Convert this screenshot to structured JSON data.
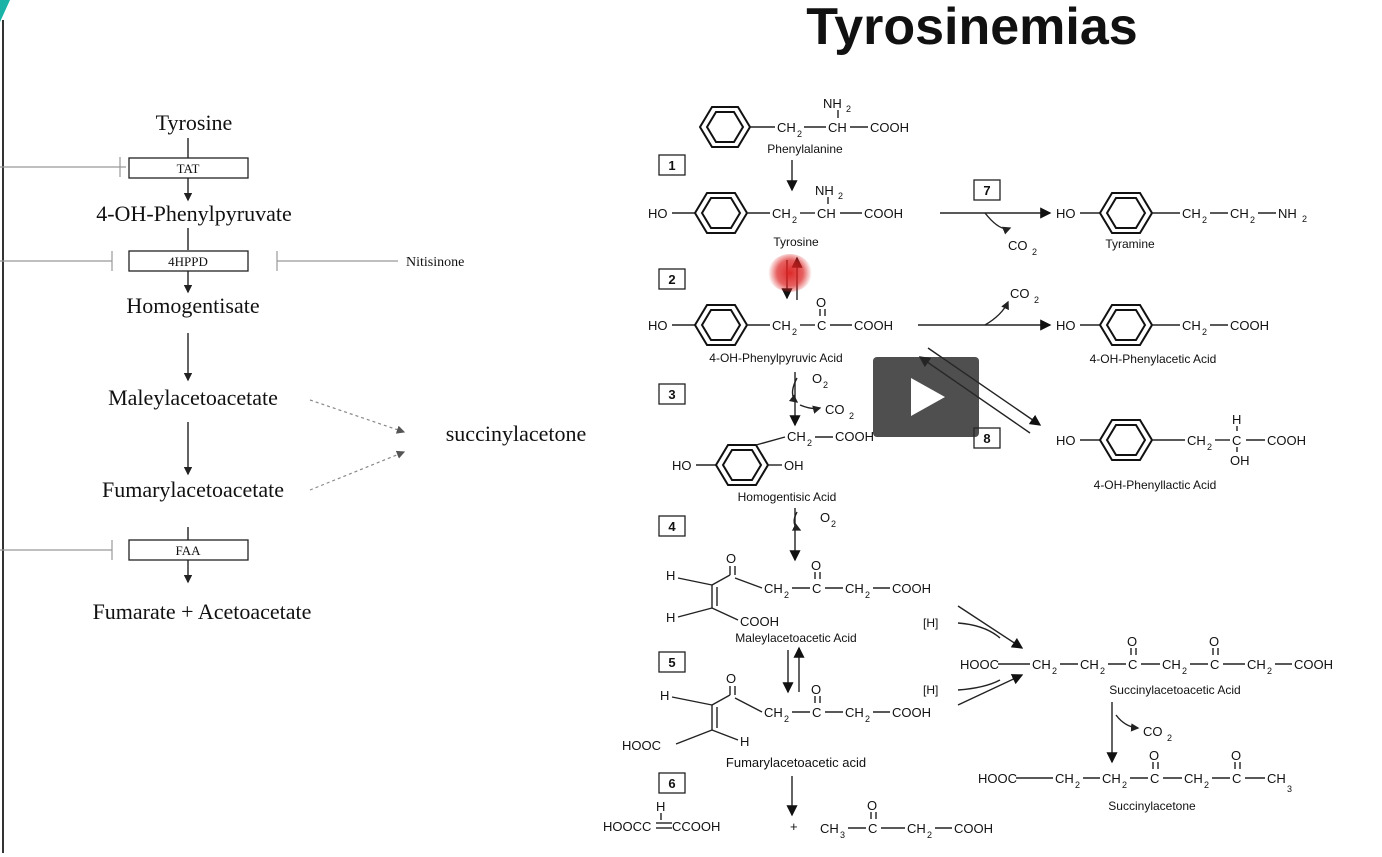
{
  "title": "Tyrosinemias",
  "left_pathway": {
    "tyrosine": "Tyrosine",
    "tat": "TAT",
    "ohpp": "4-OH-Phenylpyruvate",
    "hppd": "4HPPD",
    "nitisinone": "Nitisinone",
    "homogentisate": "Homogentisate",
    "maleyl": "Maleylacetoacetate",
    "fumaryl": "Fumarylacetoacetate",
    "succinylacetone": "succinylacetone",
    "faa": "FAA",
    "products": "Fumarate + Acetoacetate"
  },
  "right_pathway": {
    "steps": [
      "1",
      "2",
      "3",
      "4",
      "5",
      "6",
      "7",
      "8"
    ],
    "phenylalanine": "Phenylalanine",
    "tyrosine": "Tyrosine",
    "ohppa": "4-OH-Phenylpyruvic Acid",
    "homogentisic": "Homogentisic Acid",
    "maleylacetoacetic": "Maleylacetoacetic Acid",
    "fumarylacetoacetic": "Fumarylacetoacetic acid",
    "tyramine": "Tyramine",
    "ohphenylacetic": "4-OH-Phenylacetic Acid",
    "ohphenyllactic": "4-OH-Phenyllactic Acid",
    "succinylacetoacetic": "Succinylacetoacetic Acid",
    "succinylacetone": "Succinylacetone",
    "h_label": "[H]",
    "co2": "CO",
    "o2": "O",
    "sub2": "2",
    "nh2": "NH",
    "ho": "HO",
    "oh": "OH",
    "cooh": "COOH",
    "hooc": "HOOC",
    "ch": "CH",
    "ch2": "CH",
    "ch3": "CH",
    "c": "C",
    "o": "O",
    "h": "H",
    "plus": "+",
    "hoocc": "HOOCC",
    "ccooh": "CCOOH"
  },
  "video": {
    "play_icon": "play-icon"
  }
}
